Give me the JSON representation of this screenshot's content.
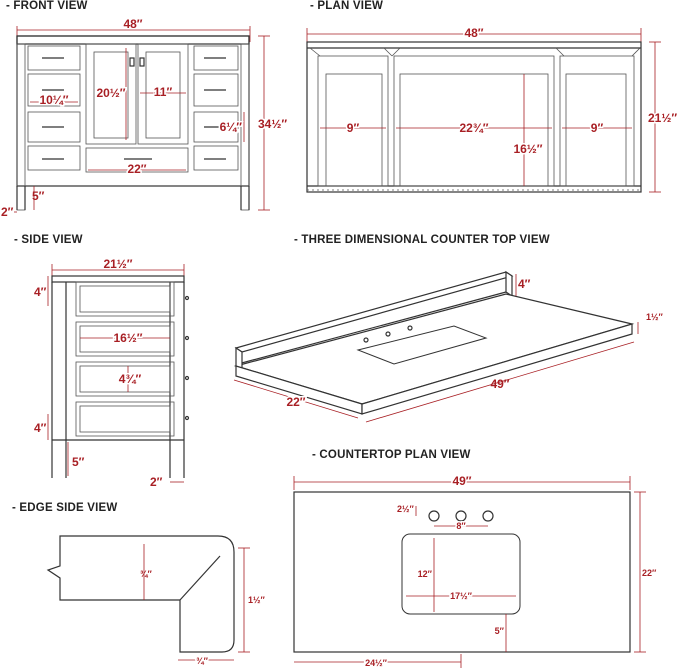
{
  "sections": {
    "front": "- FRONT VIEW",
    "plan": "- PLAN VIEW",
    "side": "- SIDE VIEW",
    "three_d": "- THREE DIMENSIONAL COUNTER TOP VIEW",
    "countertop_plan": "- COUNTERTOP PLAN VIEW",
    "edge": "- EDGE SIDE VIEW"
  },
  "front_view": {
    "width": "48″",
    "height": "34½″",
    "door_height": "20½″",
    "door_width": "11″",
    "drawer_width": "10¼″",
    "drawer_height": "6¼″",
    "bottom_drawer": "22″",
    "leg": "5″",
    "toe": "2″"
  },
  "plan_view": {
    "width": "48″",
    "depth": "21½″",
    "left_bay": "9″",
    "center_bay": "22¾″",
    "right_bay": "9″",
    "interior_depth": "16½″"
  },
  "side_view": {
    "depth": "21½″",
    "top_gap": "4″",
    "bottom_gap": "4″",
    "drawer_depth": "16½″",
    "drawer_height": "4¾″",
    "leg": "5″",
    "foot": "2″"
  },
  "three_d_view": {
    "backsplash": "4″",
    "thickness": "1½″",
    "length": "49″",
    "depth": "22″"
  },
  "countertop_plan": {
    "length": "49″",
    "depth": "22″",
    "faucet_offset": "2½″",
    "faucet_spacing": "8″",
    "sink_depth": "12″",
    "sink_width": "17½″",
    "sink_front": "5″",
    "sink_left": "24½″"
  },
  "edge_view": {
    "top_thickness": "¾″",
    "edge_height": "1½″",
    "edge_depth": "¾″"
  }
}
